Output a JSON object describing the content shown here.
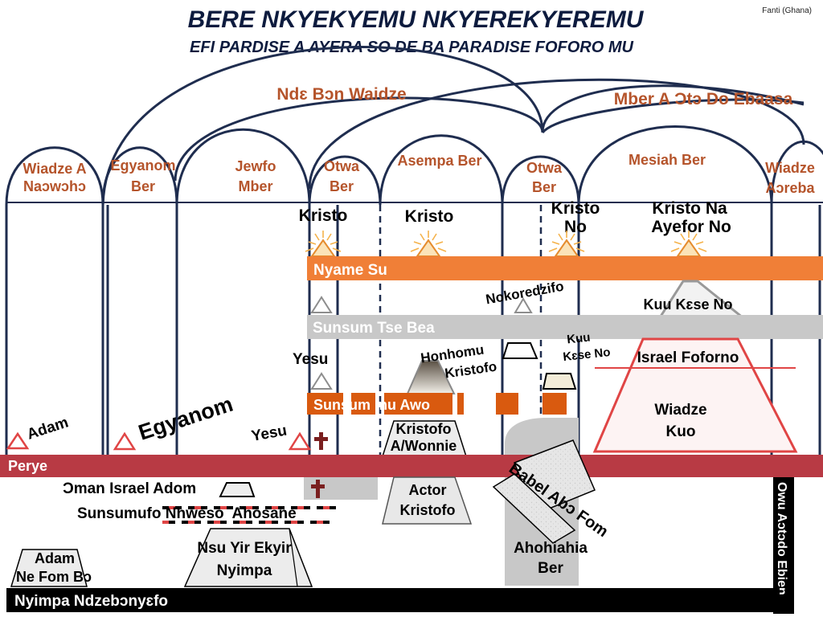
{
  "title": "BERE NKYEKYEMU NKYEREKYEREMU",
  "subtitle": "EFI PARDISE A AYERA SO DE BA PARADISE  FOFORO MU",
  "language_note": "Fanti (Ghana)",
  "colors": {
    "title": "#0d1b3e",
    "arch": "#1f2d4f",
    "era_label": "#b5542b",
    "orange_band": "#f07f37",
    "gray_band": "#c8c8c8",
    "red_band": "#b83a44",
    "black_band": "#000000",
    "dark_orange": "#d95a0f",
    "triangle_red": "#e04545",
    "cross": "#7a1f1f"
  },
  "arch_groups": {
    "left": "Ndɛ Bɔn Waidze",
    "right": "Mber A Ɔtɔ Do Ebaasa"
  },
  "eras": {
    "e1": [
      "Wiadze A",
      "Naɔwɔhɔ"
    ],
    "e2": [
      "Egyanom",
      "Ber"
    ],
    "e3": [
      "Jewfo",
      "Mber"
    ],
    "e4": [
      "Otwa",
      "Ber"
    ],
    "e5": "Asempa Ber",
    "e6": [
      "Otwa",
      "Ber"
    ],
    "e7": "Mesiah Ber",
    "e8": [
      "Wiadze",
      "Aɔreba"
    ]
  },
  "labels": {
    "kristo1": "Kristo",
    "kristo2": "Kristo",
    "kristo_no": [
      "Kristo",
      "No"
    ],
    "kristo_na": [
      "Kristo Na",
      "Ayefor No"
    ],
    "nyame_su": "Nyame Su",
    "nokoredzifo": "Nokoredzifo",
    "kuu_kese_no": "Kuu Kɛse No",
    "sunsum_tse_bea": "Sunsum Tse Bea",
    "yesu_upper": "Yesu",
    "honhomu": [
      "Honhomu",
      "Kristofo"
    ],
    "kuu_small": [
      "Kuu",
      "Kɛse No"
    ],
    "israel_foforo": "Israel Foforno",
    "sunsum_mu_awo": "Sunsum mu Awo",
    "wiadze_kuo": [
      "Wiadze",
      "Kuo"
    ],
    "adam": "Adam",
    "egyanom": "Egyanom",
    "yesu_lower": "Yesu",
    "kristofo_awonnie": [
      "Kristofo",
      "A/Wonnie"
    ],
    "perye": "Perye",
    "babel": "Babel Abɔ Fom",
    "oman_israel": "Ɔman Israel Adom",
    "actor": [
      "Actor",
      "Kristofo"
    ],
    "sunsumufo": "Sunsumufo Nhweso  Ahosane",
    "owu": "Owu Aɔtɔdo Ebien",
    "adam_ne_fom": [
      "Adam",
      "Ne Fom Bɔ"
    ],
    "nsu_yir": [
      "Nsu Yir Ekyir",
      "Nyimpa"
    ],
    "ahohiahia": [
      "Ahohiahia",
      "Ber"
    ],
    "nyimpa_ndze": "Nyimpa Ndzebɔnyɛfo"
  }
}
